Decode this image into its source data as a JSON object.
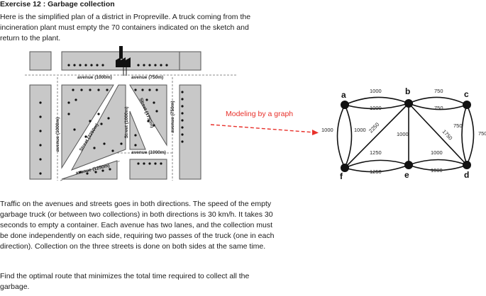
{
  "exercise": {
    "title": "Exercise 12 : Garbage collection",
    "intro": "Here is the simplified plan of a district in Propreville. A truck coming from the incineration plant must empty the 70 containers indicated on the sketch and return to the plant.",
    "rules": "Traffic on the avenues and streets goes in both directions. The speed of the empty garbage truck (or between two collections) in both directions is 30 km/h. It takes 30 seconds to empty a container. Each avenue has two lanes, and the collection must be done independently on each side, requiring two passes of the truck (one in each direction). Collection on the three streets is done on both sides at the same time.",
    "task": "Find the optimal route that minimizes the total time required to collect all the garbage."
  },
  "map": {
    "labels": {
      "avenue_top_left": "avenue (1000m)",
      "avenue_top_right": "avenue (750m)",
      "avenue_left": "avenue (1000m)",
      "avenue_right": "avenue (750m)",
      "street_diag_left": "Street (2250m)",
      "street_vertical": "Street (1000m)",
      "street_diag_right": "Street (1750m)",
      "avenue_mid_right": "avenue (1000m)",
      "avenue_bottom": "avenue (1250m)"
    }
  },
  "arrow_label": "Modeling by a graph",
  "graph": {
    "nodes": [
      "a",
      "b",
      "c",
      "d",
      "e",
      "f"
    ],
    "edge_labels": {
      "ab_top": "1000",
      "ab_bot": "1000",
      "bc_top": "750",
      "bc_bot": "750",
      "cd_left": "750",
      "cd_right": "750",
      "af_left": "1000",
      "af_right": "1000",
      "bf": "2250",
      "be": "1000",
      "bd": "1750",
      "fe_top": "1250",
      "fe_bot": "1250",
      "ed_top": "1000",
      "ed_bot": "1000"
    }
  },
  "colors": {
    "arrow": "#e8302a",
    "block_fill": "#c8c8c8"
  }
}
